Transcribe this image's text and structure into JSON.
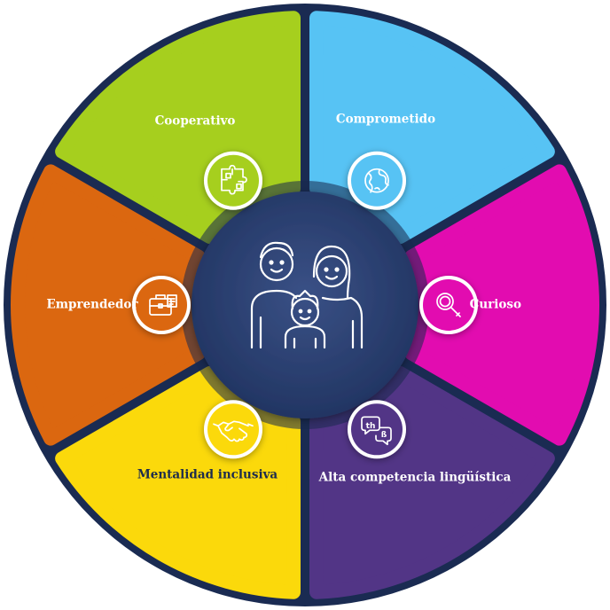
{
  "segments": [
    {
      "id": "cooperativo",
      "label": "Cooperativo",
      "color": "#a6cf1e",
      "text_color": "#ffffff",
      "icon": "puzzle-icon"
    },
    {
      "id": "comprometido",
      "label": "Comprometido",
      "color": "#57c3f4",
      "text_color": "#ffffff",
      "icon": "globe-icon"
    },
    {
      "id": "curioso",
      "label": "Curioso",
      "color": "#e20cb0",
      "text_color": "#ffffff",
      "icon": "magnifier-icon"
    },
    {
      "id": "alta-competencia",
      "label": "Alta competencia lingüística",
      "color": "#523586",
      "text_color": "#ffffff",
      "icon": "speech-bubbles-icon"
    },
    {
      "id": "mentalidad-inclusiva",
      "label": "Mentalidad inclusiva",
      "color": "#fbd90b",
      "text_color": "#1d2c4d",
      "icon": "handshake-icon"
    },
    {
      "id": "emprendedor",
      "label": "Emprendedor",
      "color": "#db6710",
      "text_color": "#ffffff",
      "icon": "briefcase-icon"
    }
  ],
  "center": {
    "icon": "family-icon",
    "color": "#2c4170"
  },
  "ring_color": "#1a2b52",
  "bubble_glyphs": {
    "th": "th",
    "ss": "ß"
  }
}
